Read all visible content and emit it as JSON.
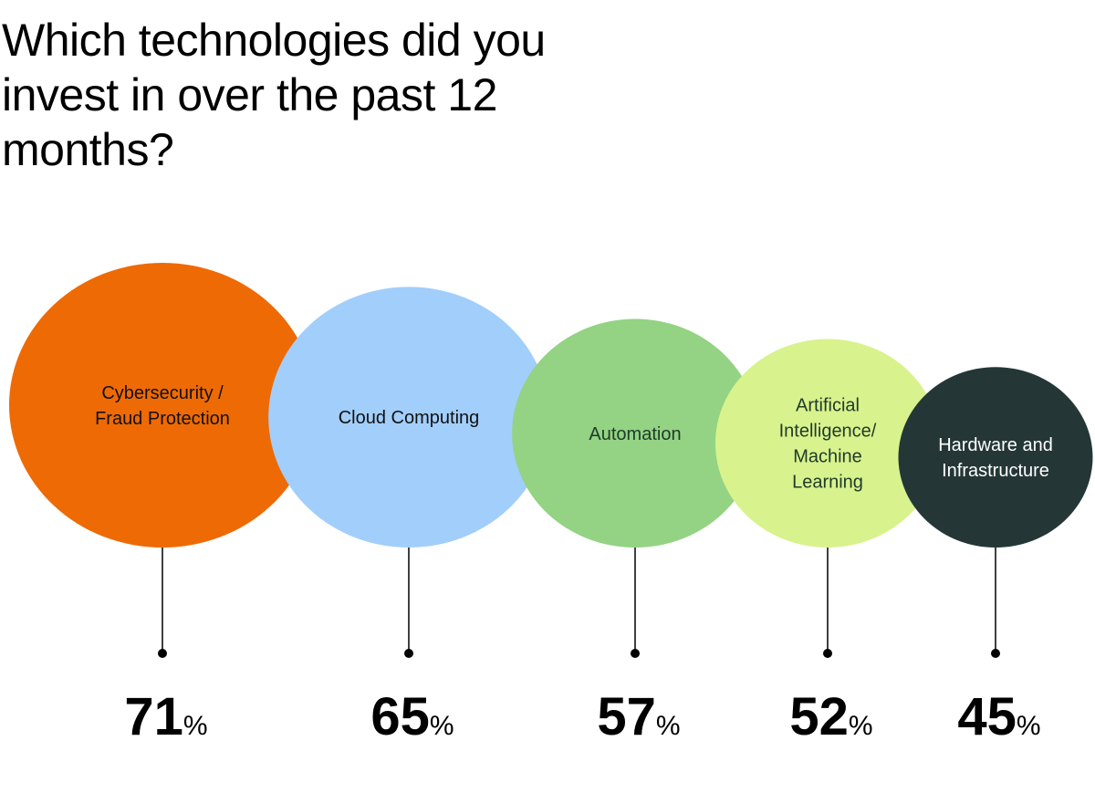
{
  "title": "Which technologies did you invest in over the past 12 months?",
  "chart_data": {
    "type": "bubble",
    "title": "Which technologies did you invest in over the past 12 months?",
    "unit": "%",
    "categories": [
      "Cybersecurity / Fraud Protection",
      "Cloud Computing",
      "Automation",
      "Artificial Intelligence/ Machine Learning",
      "Hardware and Infrastructure"
    ],
    "label_lines": [
      [
        "Cybersecurity /",
        "Fraud Protection"
      ],
      [
        "Cloud Computing"
      ],
      [
        "Automation"
      ],
      [
        "Artificial",
        "Intelligence/",
        "Machine",
        "Learning"
      ],
      [
        "Hardware and",
        "Infrastructure"
      ]
    ],
    "values": [
      71,
      65,
      57,
      52,
      45
    ],
    "colors": [
      "#ee6a05",
      "#a2cefb",
      "#93d383",
      "#d8f28d",
      "#243736"
    ],
    "label_colors": [
      "#111111",
      "#111111",
      "#1f3a2a",
      "#1f3a2a",
      "#ffffff"
    ],
    "legend": "none"
  }
}
